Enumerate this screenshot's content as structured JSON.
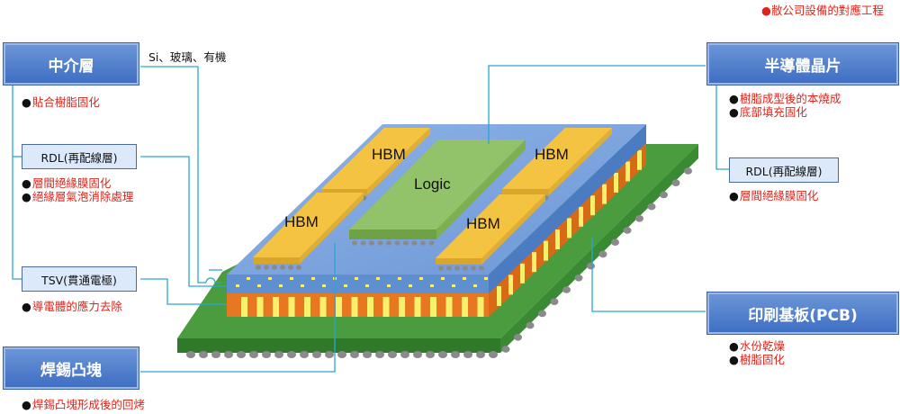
{
  "top_note": "●敝公司設備的對應工程",
  "left": {
    "interposer": {
      "title": "中介層",
      "material": "Si、玻璃、有機",
      "notes": [
        "貼合樹脂固化"
      ]
    },
    "rdl": {
      "title": "RDL(再配線層)",
      "notes": [
        "層間絕緣膜固化",
        "絕緣層氣泡消除處理"
      ]
    },
    "tsv": {
      "title": "TSV(貫通電極)",
      "notes": [
        "導電體的應力去除"
      ]
    },
    "bump": {
      "title": "焊錫凸塊",
      "notes": [
        "焊錫凸塊形成後的回烤"
      ]
    }
  },
  "right": {
    "chip": {
      "title": "半導體晶片",
      "notes": [
        "樹脂成型後的本燒成",
        "底部填充固化"
      ]
    },
    "rdl": {
      "title": "RDL(再配線層)",
      "notes": [
        "層間絕緣膜固化"
      ]
    },
    "pcb": {
      "title": "印刷基板(PCB)",
      "notes": [
        "水份乾燥",
        "樹脂固化"
      ]
    }
  },
  "chips": {
    "hbm": "HBM",
    "logic": "Logic"
  },
  "colors": {
    "box_blue": "#4f7ecb",
    "note_red": "#e0241b",
    "pcb_green": "#3e8f35",
    "interposer_blue": "#7ea6dc",
    "hbm_yellow": "#f5c342",
    "logic_green": "#8cc063",
    "connector_line": "#2aa6d6",
    "bump_orange": "#e87722"
  }
}
